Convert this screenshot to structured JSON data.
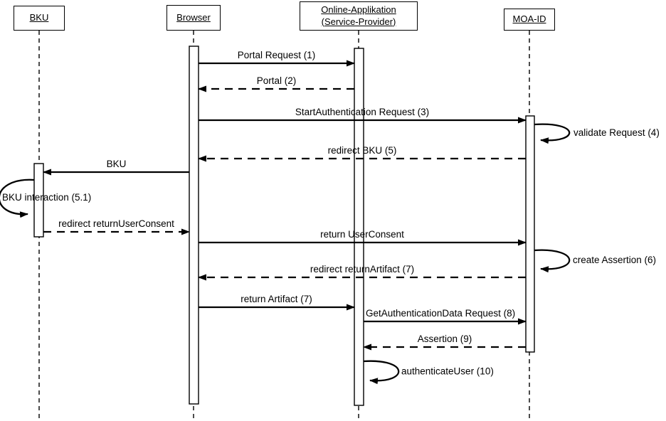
{
  "diagram": {
    "type": "uml-sequence-diagram",
    "colors": {
      "line": "#000000",
      "background": "#ffffff"
    },
    "actors": [
      {
        "id": "bku",
        "label": "BKU"
      },
      {
        "id": "browser",
        "label": "Browser"
      },
      {
        "id": "onlineapp",
        "label": "Online-Applikation (Service-Provider)"
      },
      {
        "id": "moaid",
        "label": "MOA-ID"
      }
    ],
    "messages": [
      {
        "id": "m1",
        "label": "Portal Request (1)",
        "kind": "message",
        "from": "browser",
        "to": "onlineapp",
        "line": "solid"
      },
      {
        "id": "m2",
        "label": "Portal (2)",
        "kind": "message",
        "from": "onlineapp",
        "to": "browser",
        "line": "dashed"
      },
      {
        "id": "m3",
        "label": "StartAuthentication Request (3)",
        "kind": "message",
        "from": "browser",
        "to": "moaid",
        "line": "solid"
      },
      {
        "id": "m4",
        "label": "validate Request (4)",
        "kind": "self",
        "actor": "moaid",
        "side": "right"
      },
      {
        "id": "m5",
        "label": "redirect BKU (5)",
        "kind": "message",
        "from": "moaid",
        "to": "browser",
        "line": "dashed"
      },
      {
        "id": "m6",
        "label": "BKU",
        "kind": "message",
        "from": "browser",
        "to": "bku",
        "line": "solid"
      },
      {
        "id": "m7",
        "label": "BKU interaction (5.1)",
        "kind": "self",
        "actor": "bku",
        "side": "left"
      },
      {
        "id": "m8",
        "label": "redirect returnUserConsent",
        "kind": "message",
        "from": "bku",
        "to": "browser",
        "line": "dashed"
      },
      {
        "id": "m9",
        "label": "return UserConsent",
        "kind": "message",
        "from": "browser",
        "to": "moaid",
        "line": "solid"
      },
      {
        "id": "m10",
        "label": "create Assertion (6)",
        "kind": "self",
        "actor": "moaid",
        "side": "right"
      },
      {
        "id": "m11",
        "label": "redirect returnArtifact (7)",
        "kind": "message",
        "from": "moaid",
        "to": "browser",
        "line": "dashed"
      },
      {
        "id": "m12",
        "label": "return Artifact (7)",
        "kind": "message",
        "from": "browser",
        "to": "onlineapp",
        "line": "solid"
      },
      {
        "id": "m13",
        "label": "GetAuthenticationData Request (8)",
        "kind": "message",
        "from": "onlineapp",
        "to": "moaid",
        "line": "solid"
      },
      {
        "id": "m14",
        "label": "Assertion (9)",
        "kind": "message",
        "from": "moaid",
        "to": "onlineapp",
        "line": "dashed"
      },
      {
        "id": "m15",
        "label": "authenticateUser (10)",
        "kind": "self",
        "actor": "onlineapp",
        "side": "right"
      }
    ]
  }
}
